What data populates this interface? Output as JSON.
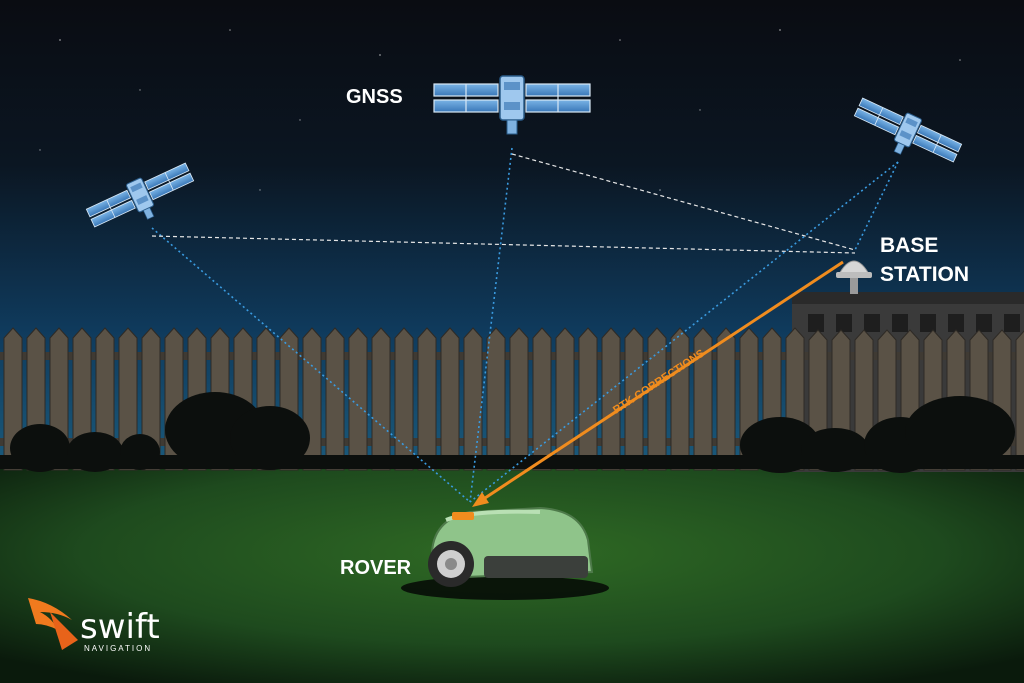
{
  "labels": {
    "gnss": "GNSS",
    "base_line1": "BASE",
    "base_line2": "STATION",
    "rover": "ROVER",
    "rtk": "RTK CORRECTIONS"
  },
  "logo": {
    "word": "swift",
    "sub": "NAVIGATION"
  },
  "colors": {
    "sky_top": "#0a0c12",
    "sky_bottom": "#0f3a5c",
    "signal_blue": "#3a9be0",
    "rtk_orange": "#f08c1e",
    "grass": "#1e4a1e",
    "rover_green": "#8fc48a",
    "fence": "#5a5246",
    "logo_orange": "#f07a1e"
  },
  "icons": [
    "satellite-icon",
    "base-station-antenna-icon",
    "rover-mower-icon",
    "swift-logo-icon"
  ]
}
